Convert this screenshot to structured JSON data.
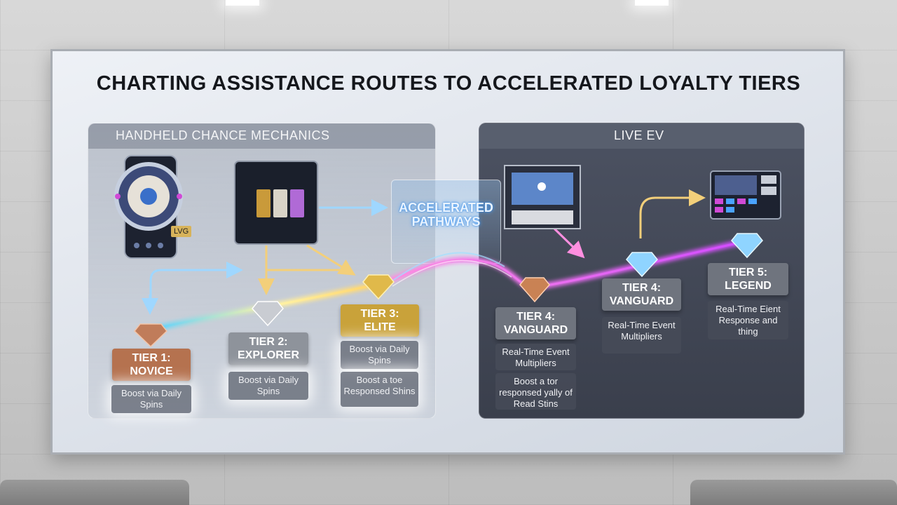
{
  "title": "CHARTING ASSISTANCE ROUTES TO ACCELERATED LOYALTY TIERS",
  "panels": {
    "left": "HANDHELD CHANCE MECHANICS",
    "right": "LIVE EV"
  },
  "center_label": "ACCELERATED PATHWAYS",
  "phone_badge": "LVG",
  "tiers": [
    {
      "label": "TIER 1:\nNOVICE",
      "color": "#b5724f",
      "descs": [
        "Boost via Daily Spins"
      ]
    },
    {
      "label": "TIER 2:\nEXPLORER",
      "color": "#8e939b",
      "descs": [
        "Boost via Daily Spins"
      ]
    },
    {
      "label": "TIER 3:\nELITE",
      "color": "#c9a23a",
      "descs": [
        "Boost via Daily Spins",
        "Boost a toe Responsed Shins"
      ]
    },
    {
      "label": "TIER 4:\nVANGUARD",
      "color": "#6f747e",
      "descs": [
        "Real-Time Event Multipliers",
        "Boost a tor responsed yally of Read Stins"
      ]
    },
    {
      "label": "TIER 4:\nVANGUARD",
      "color": "#6f747e",
      "descs": [
        "Real-Time Event Multipliers"
      ]
    },
    {
      "label": "TIER 5:\nLEGEND",
      "color": "#6f747e",
      "descs": [
        "Real-Time Eient Response and thing"
      ]
    }
  ]
}
